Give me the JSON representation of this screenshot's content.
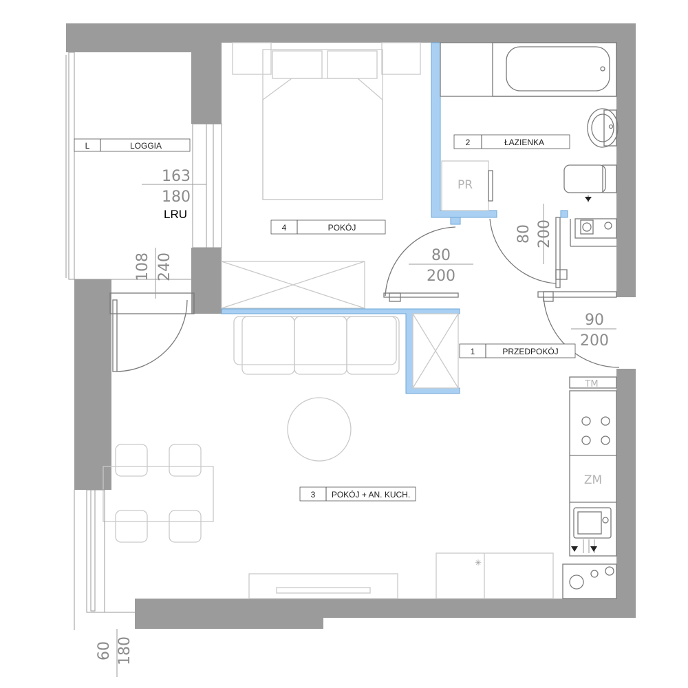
{
  "rooms": {
    "loggia": {
      "number": "L",
      "name": "LOGGIA"
    },
    "bathroom": {
      "number": "2",
      "name": "ŁAZIENKA"
    },
    "bedroom": {
      "number": "4",
      "name": "POKÓJ"
    },
    "hall": {
      "number": "1",
      "name": "PRZEDPOKÓJ"
    },
    "living": {
      "number": "3",
      "name": "POKÓJ + AN. KUCH."
    }
  },
  "openings": {
    "loggia_window": {
      "width": "163",
      "height": "180",
      "code": "LRU"
    },
    "loggia_door": {
      "width": "108",
      "height": "240"
    },
    "bedroom_door": {
      "width": "80",
      "height": "200"
    },
    "bathroom_door": {
      "width": "80",
      "height": "200"
    },
    "entrance_door": {
      "width": "90",
      "height": "200"
    },
    "living_window": {
      "width": "60",
      "height": "180"
    }
  },
  "appliances": {
    "washer": "PR",
    "fridge": "ZM",
    "heater": "TM"
  },
  "colors": {
    "wall": "#9b9b9b",
    "partition": "#a9d0f2"
  }
}
